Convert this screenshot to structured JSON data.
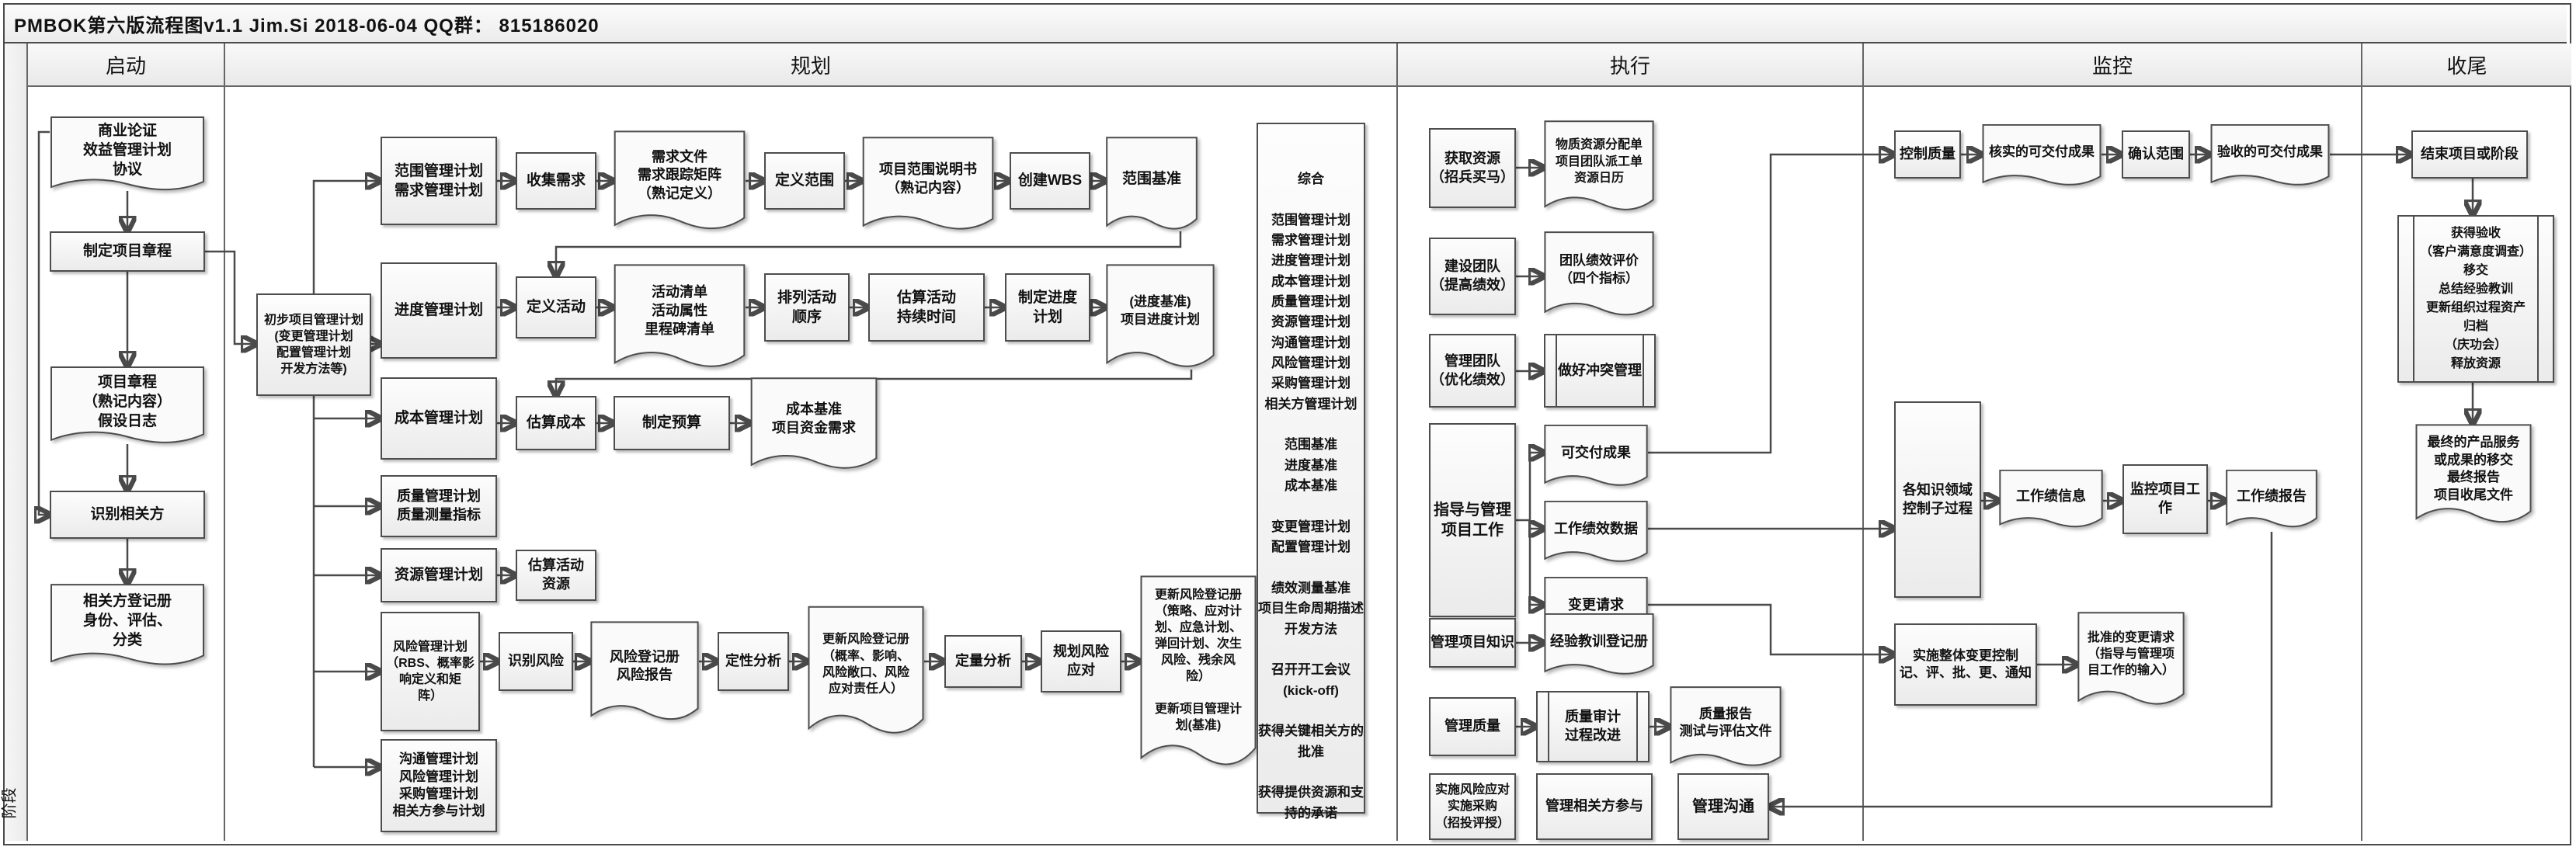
{
  "title": "PMBOK第六版流程图v1.1   Jim.Si  2018-06-04   QQ群：  815186020",
  "side_label": "阶段",
  "columns": {
    "initiating": "启动",
    "planning": "规划",
    "executing": "执行",
    "monitoring": "监控",
    "closing": "收尾"
  },
  "nodes": {
    "a1": "商业论证\n效益管理计划\n协议",
    "a2": "制定项目章程",
    "a3": "项目章程\n（熟记内容）\n假设日志",
    "a4": "识别相关方",
    "a5": "相关方登记册\n身份、评估、\n分类",
    "p0": "初步项目管理计划\n(变更管理计划\n配置管理计划\n开发方法等)",
    "p1": "范围管理计划\n需求管理计划",
    "p2": "收集需求",
    "p3": "需求文件\n需求跟踪矩阵\n（熟记定义）",
    "p4": "定义范围",
    "p5": "项目范围说明书\n（熟记内容）",
    "p6": "创建WBS",
    "p7": "范围基准",
    "q0": "进度管理计划",
    "q1": "定义活动",
    "q2": "活动清单\n活动属性\n里程碑清单",
    "q3": "排列活动\n顺序",
    "q4": "估算活动\n持续时间",
    "q5": "制定进度\n计划",
    "q6": "(进度基准)\n项目进度计划",
    "r0": "成本管理计划",
    "r1": "估算成本",
    "r2": "制定预算",
    "r3": "成本基准\n项目资金需求",
    "s0": "质量管理计划\n质量测量指标",
    "t0": "资源管理计划",
    "t1": "估算活动\n资源",
    "u0": "风险管理计划\n（RBS、概率影\n响定义和矩\n阵）",
    "u1": "识别风险",
    "u2": "风险登记册\n风险报告",
    "u3": "定性分析",
    "u4": "更新风险登记册\n（概率、影响、\n风险敞口、风险\n应对责任人）",
    "u5": "定量分析",
    "u6": "规划风险\n应对",
    "u7": "更新风险登记册\n（策略、应对计\n划、应急计划、\n弹回计划、次生\n风险、残余风\n险）\n\n更新项目管理计\n划(基准)",
    "v0": "沟通管理计划\n风险管理计划\n采购管理计划\n相关方参与计划",
    "zonghe": "综合\n\n范围管理计划\n需求管理计划\n进度管理计划\n成本管理计划\n质量管理计划\n资源管理计划\n沟通管理计划\n风险管理计划\n采购管理计划\n相关方管理计划\n\n范围基准\n进度基准\n成本基准\n\n变更管理计划\n配置管理计划\n\n绩效测量基准\n项目生命周期描述\n开发方法\n\n召开开工会议\n(kick-off)\n\n获得关键相关方的\n批准\n\n获得提供资源和支\n持的承诺",
    "x1": "获取资源\n（招兵买马）",
    "x2": "物质资源分配单\n项目团队派工单\n资源日历",
    "x3": "建设团队\n（提高绩效）",
    "x4": "团队绩效评价\n（四个指标）",
    "x5": "管理团队\n（优化绩效）",
    "x6": "做好冲突管理",
    "x7": "指导与管理\n项目工作",
    "x8": "可交付成果",
    "x9": "工作绩效数据",
    "x10": "变更请求",
    "x11": "管理项目知识",
    "x12": "经验教训登记册",
    "x13": "管理质量",
    "x14": "质量审计\n过程改进",
    "x15": "质量报告\n测试与评估文件",
    "x16": "实施风险应对\n实施采购\n（招投评授）",
    "x17": "管理相关方参与",
    "x18": "管理沟通",
    "y1": "控制质量",
    "y2": "核实的可交付成果",
    "y3": "确认范围",
    "y4": "验收的可交付成果",
    "y5": "各知识领域\n控制子过程",
    "y6": "工作绩信息",
    "y7": "监控项目工作",
    "y8": "工作绩报告",
    "y9": "实施整体变更控制\n记、评、批、更、通知",
    "y10": "批准的变更请求\n（指导与管理项\n目工作的输入）",
    "z1": "结束项目或阶段",
    "z2": "获得验收\n（客户满意度调查）\n移交\n总结经验教训\n更新组织过程资产\n归档\n（庆功会）\n释放资源",
    "z3": "最终的产品服务\n或成果的移交\n最终报告\n项目收尾文件"
  }
}
